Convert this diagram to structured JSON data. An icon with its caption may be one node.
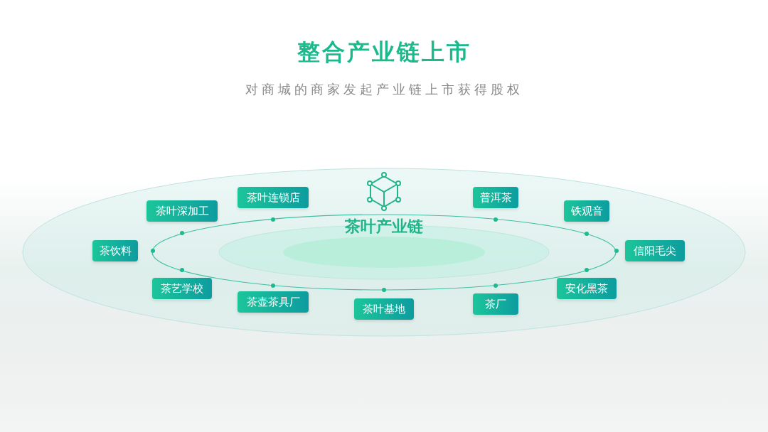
{
  "diagram": {
    "title": "整合产业链上市",
    "nodes": [
      {
        "text": [
          "茶叶产业链"
        ]
      },
      {
        "text": [
          "茶叶连锁店"
        ]
      },
      {
        "text": [
          "普洱茶"
        ]
      },
      {
        "text": [
          "茶叶深加工"
        ]
      },
      {
        "text": [
          "铁观音"
        ]
      },
      {
        "text": [
          "茶饮料"
        ]
      },
      {
        "text": [
          "信阳毛尖"
        ]
      },
      {
        "text": [
          "茶艺学校"
        ]
      },
      {
        "text": [
          "安化黑茶"
        ]
      },
      {
        "text": [
          "茶壶茶具厂"
        ]
      },
      {
        "text": [
          "茶厂"
        ]
      },
      {
        "text": [
          "茶叶基地"
        ]
      }
    ],
    "edges": [],
    "labels": [
      "对商城的商家发起产业链上市获得股权"
    ]
  }
}
